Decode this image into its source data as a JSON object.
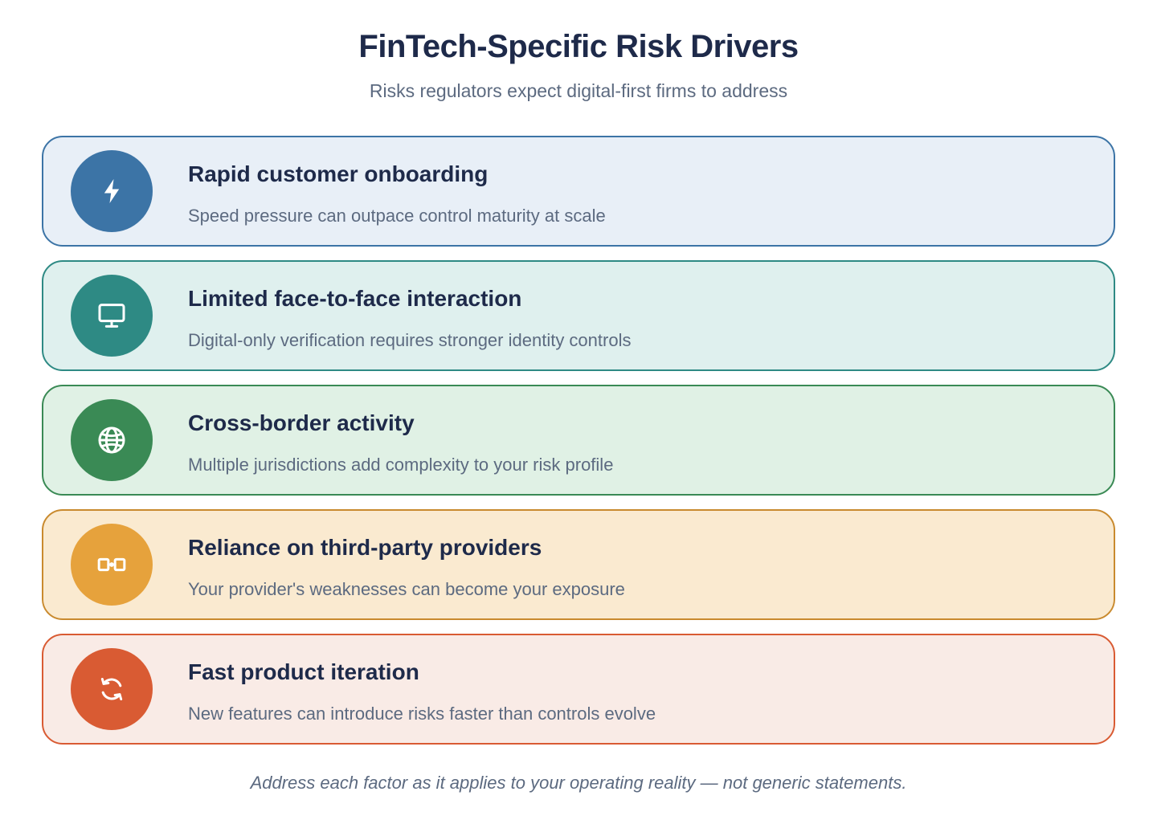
{
  "header": {
    "title": "FinTech-Specific Risk Drivers",
    "subtitle": "Risks regulators expect digital-first firms to address"
  },
  "cards": [
    {
      "title": "Rapid customer onboarding",
      "description": "Speed pressure can outpace control maturity at scale",
      "icon": "lightning-icon",
      "accent": "#3c74a6",
      "background": "#e8eff7"
    },
    {
      "title": "Limited face-to-face interaction",
      "description": "Digital-only verification requires stronger identity controls",
      "icon": "monitor-icon",
      "accent": "#2e8a84",
      "background": "#dff0ee"
    },
    {
      "title": "Cross-border activity",
      "description": "Multiple jurisdictions add complexity to your risk profile",
      "icon": "globe-icon",
      "accent": "#3a8a55",
      "background": "#e0f1e5"
    },
    {
      "title": "Reliance on third-party providers",
      "description": "Your provider's weaknesses can become your exposure",
      "icon": "link-icon",
      "accent": "#e6a23c",
      "border": "#c98a2e",
      "background": "#faead0"
    },
    {
      "title": "Fast product iteration",
      "description": "New features can introduce risks faster than controls evolve",
      "icon": "refresh-icon",
      "accent": "#d95b33",
      "background": "#f9ebe6"
    }
  ],
  "footer": {
    "note": "Address each factor as it applies to your operating reality — not generic statements."
  }
}
